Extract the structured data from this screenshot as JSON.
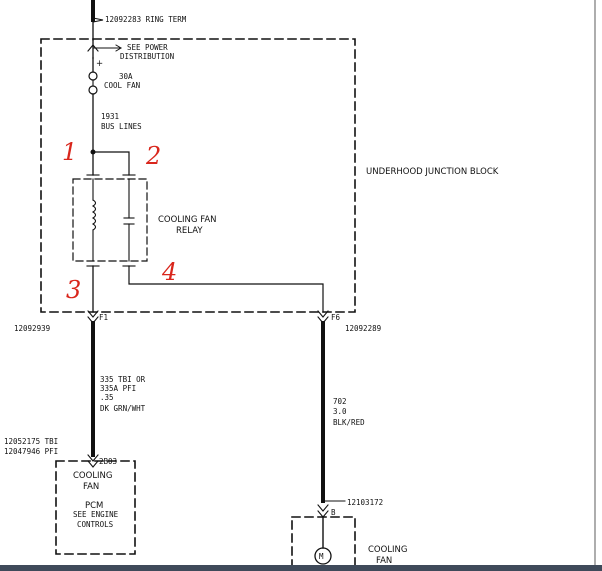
{
  "labels": {
    "ring_term": "12092283 RING TERM",
    "see_power_1": "SEE POWER",
    "see_power_2": "DISTRIBUTION",
    "plus": "+",
    "fuse_1": "30A",
    "fuse_2": "COOL FAN",
    "bus_1": "1931",
    "bus_2": "BUS LINES",
    "junction_block": "UNDERHOOD JUNCTION BLOCK",
    "relay_1": "COOLING FAN",
    "relay_2": "RELAY",
    "pin_f1": "F1",
    "pin_f6": "F6",
    "conn_left": "12092939",
    "conn_right": "12092289",
    "wire_left_1": "335 TBI OR",
    "wire_left_2": "335A PFI",
    "wire_left_3": ".35",
    "wire_left_4": "DK GRN/WHT",
    "pcm_conn_1": "12052175 TBI",
    "pcm_conn_2": "12047946 PFI",
    "pcm_pin": "2B03",
    "wire_right_1": "702",
    "wire_right_2": "3.0",
    "wire_right_3": "BLK/RED",
    "pcm_box_1": "COOLING",
    "pcm_box_2": "FAN",
    "pcm_box_3": "PCM",
    "pcm_box_4": "SEE ENGINE",
    "pcm_box_5": "CONTROLS",
    "fan_conn": "12103172",
    "fan_pin": "B",
    "motor": "M",
    "fan_1": "COOLING",
    "fan_2": "FAN"
  },
  "handwritten": [
    "1",
    "2",
    "3",
    "4"
  ],
  "colors": {
    "line": "#111111",
    "handwriting": "#d9261c"
  }
}
